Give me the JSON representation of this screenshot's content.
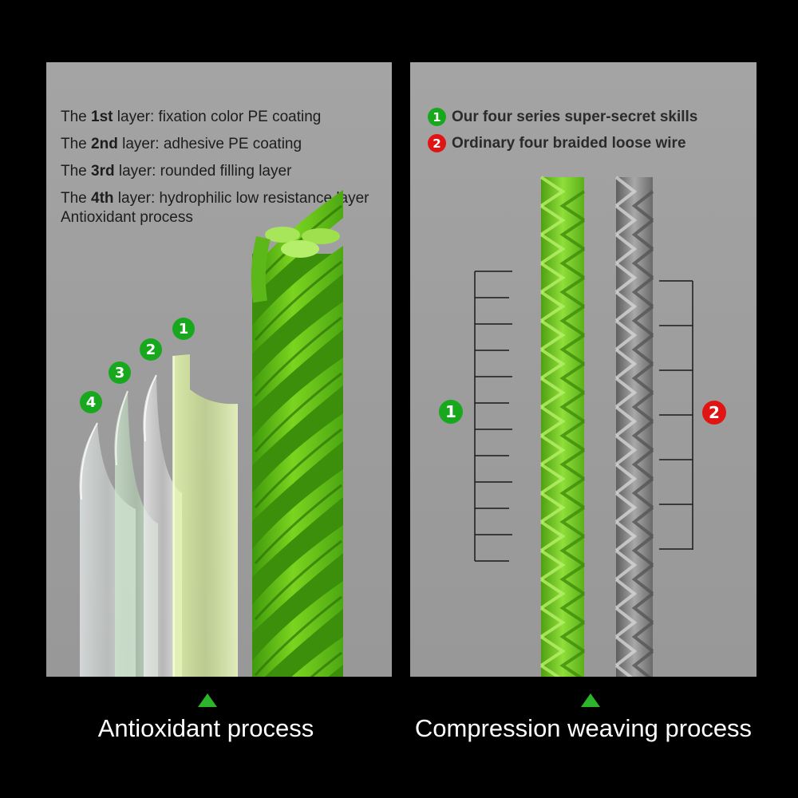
{
  "left_panel": {
    "layers": [
      {
        "prefix": "The ",
        "ordinal": "1st",
        "suffix": " layer: fixation color PE coating"
      },
      {
        "prefix": "The ",
        "ordinal": "2nd",
        "suffix": " layer: adhesive PE coating"
      },
      {
        "prefix": "The ",
        "ordinal": "3rd",
        "suffix": " layer: rounded filling layer"
      },
      {
        "prefix": "The ",
        "ordinal": "4th",
        "suffix": " layer: hydrophilic low resistance layer"
      }
    ],
    "extra_line": "Antioxidant process",
    "layer_badges": [
      "1",
      "2",
      "3",
      "4"
    ],
    "caption": "Antioxidant process"
  },
  "right_panel": {
    "legend": [
      {
        "number": "1",
        "text": "Our four series super-secret skills",
        "color": "#17a81e"
      },
      {
        "number": "2",
        "text": "Ordinary four braided loose wire",
        "color": "#e11414"
      }
    ],
    "scale_badges": [
      "1",
      "2"
    ],
    "caption": "Compression weaving process"
  },
  "colors": {
    "background": "#000000",
    "panel": "#9e9e9e",
    "accent_green": "#17a81e",
    "line_green": "#7fcf2a",
    "accent_red": "#e11414",
    "triangle": "#2cb52c"
  }
}
